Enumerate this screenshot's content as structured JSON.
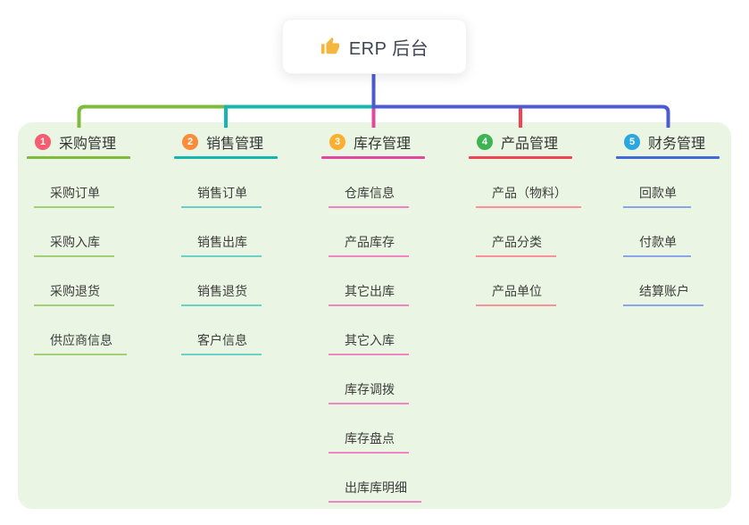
{
  "canvas": {
    "page_bg": "#ffffff",
    "panel_bg": "#eaf6e3"
  },
  "root": {
    "label": "ERP 后台",
    "icon": "thumbs-up-icon",
    "icon_color": "#f5b63e",
    "line_color": "#4c5bd2",
    "text_color": "#3e4554"
  },
  "branches": [
    {
      "num": "1",
      "label": "采购管理",
      "badge_color": "#f75c70",
      "line_color": "#7eba3c",
      "child_line_color": "#a3d077",
      "children": [
        "采购订单",
        "采购入库",
        "采购退货",
        "供应商信息"
      ]
    },
    {
      "num": "2",
      "label": "销售管理",
      "badge_color": "#fa8c3c",
      "line_color": "#14b6ad",
      "child_line_color": "#6cd0c9",
      "children": [
        "销售订单",
        "销售出库",
        "销售退货",
        "客户信息"
      ]
    },
    {
      "num": "3",
      "label": "库存管理",
      "badge_color": "#fbaf2e",
      "line_color": "#e2499e",
      "child_line_color": "#ef85c3",
      "children": [
        "仓库信息",
        "产品库存",
        "其它出库",
        "其它入库",
        "库存调拨",
        "库存盘点",
        "出库库明细"
      ]
    },
    {
      "num": "4",
      "label": "产品管理",
      "badge_color": "#3cb454",
      "line_color": "#f4434f",
      "child_line_color": "#f9929a",
      "children": [
        "产品（物料）",
        "产品分类",
        "产品单位"
      ]
    },
    {
      "num": "5",
      "label": "财务管理",
      "badge_color": "#2ba7df",
      "line_color": "#4169d8",
      "child_line_color": "#8aa5e9",
      "children": [
        "回款单",
        "付款单",
        "结算账户"
      ]
    }
  ]
}
